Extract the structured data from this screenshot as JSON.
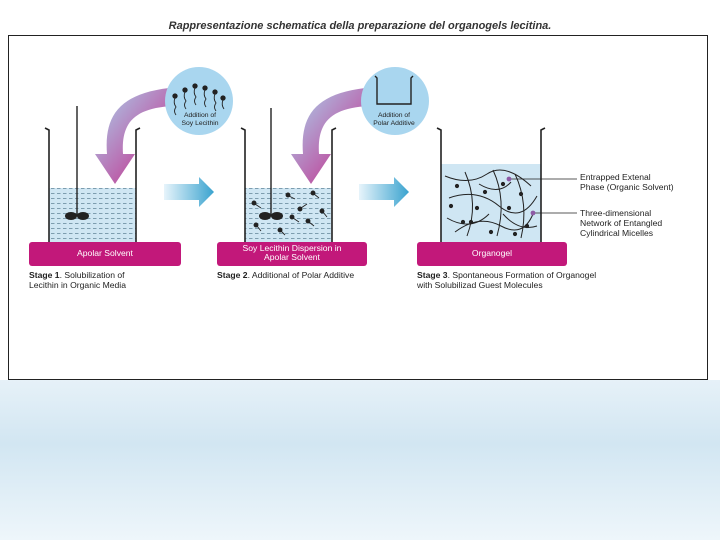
{
  "title": "Rappresentazione schematica della preparazione del organogels lecitina.",
  "stage1": {
    "pill": "Apolar Solvent",
    "caption_bold": "Stage 1",
    "caption_line1": ". Solubilization of",
    "caption_line2": "Lecithin in Organic Media",
    "bubble_line1": "Addition of",
    "bubble_line2": "Soy Lecithin"
  },
  "stage2": {
    "pill_line1": "Soy Lecithin Dispersion in",
    "pill_line2": "Apolar Solvent",
    "caption_bold": "Stage 2",
    "caption_line1": ". Additional of Polar Additive",
    "bubble_line1": "Addition of",
    "bubble_line2": "Polar Additive"
  },
  "stage3": {
    "pill": "Organogel",
    "caption_bold": "Stage 3",
    "caption_line1": ". Spontaneous Formation of Organogel",
    "caption_line2": "with Solubilizad Guest Molecules"
  },
  "callouts": {
    "top_line1": "Entrapped Extenal",
    "top_line2": "Phase (Organic Solvent)",
    "bottom_line1": "Three-dimensional",
    "bottom_line2": "Network of Entangled",
    "bottom_line3": "Cylindrical Micelles"
  },
  "colors": {
    "magenta": "#c2187a",
    "arrow_blue": "#3aa3cf",
    "liquid_blue": "#cfe6f3",
    "bubble_blue": "#a9d6ef"
  }
}
